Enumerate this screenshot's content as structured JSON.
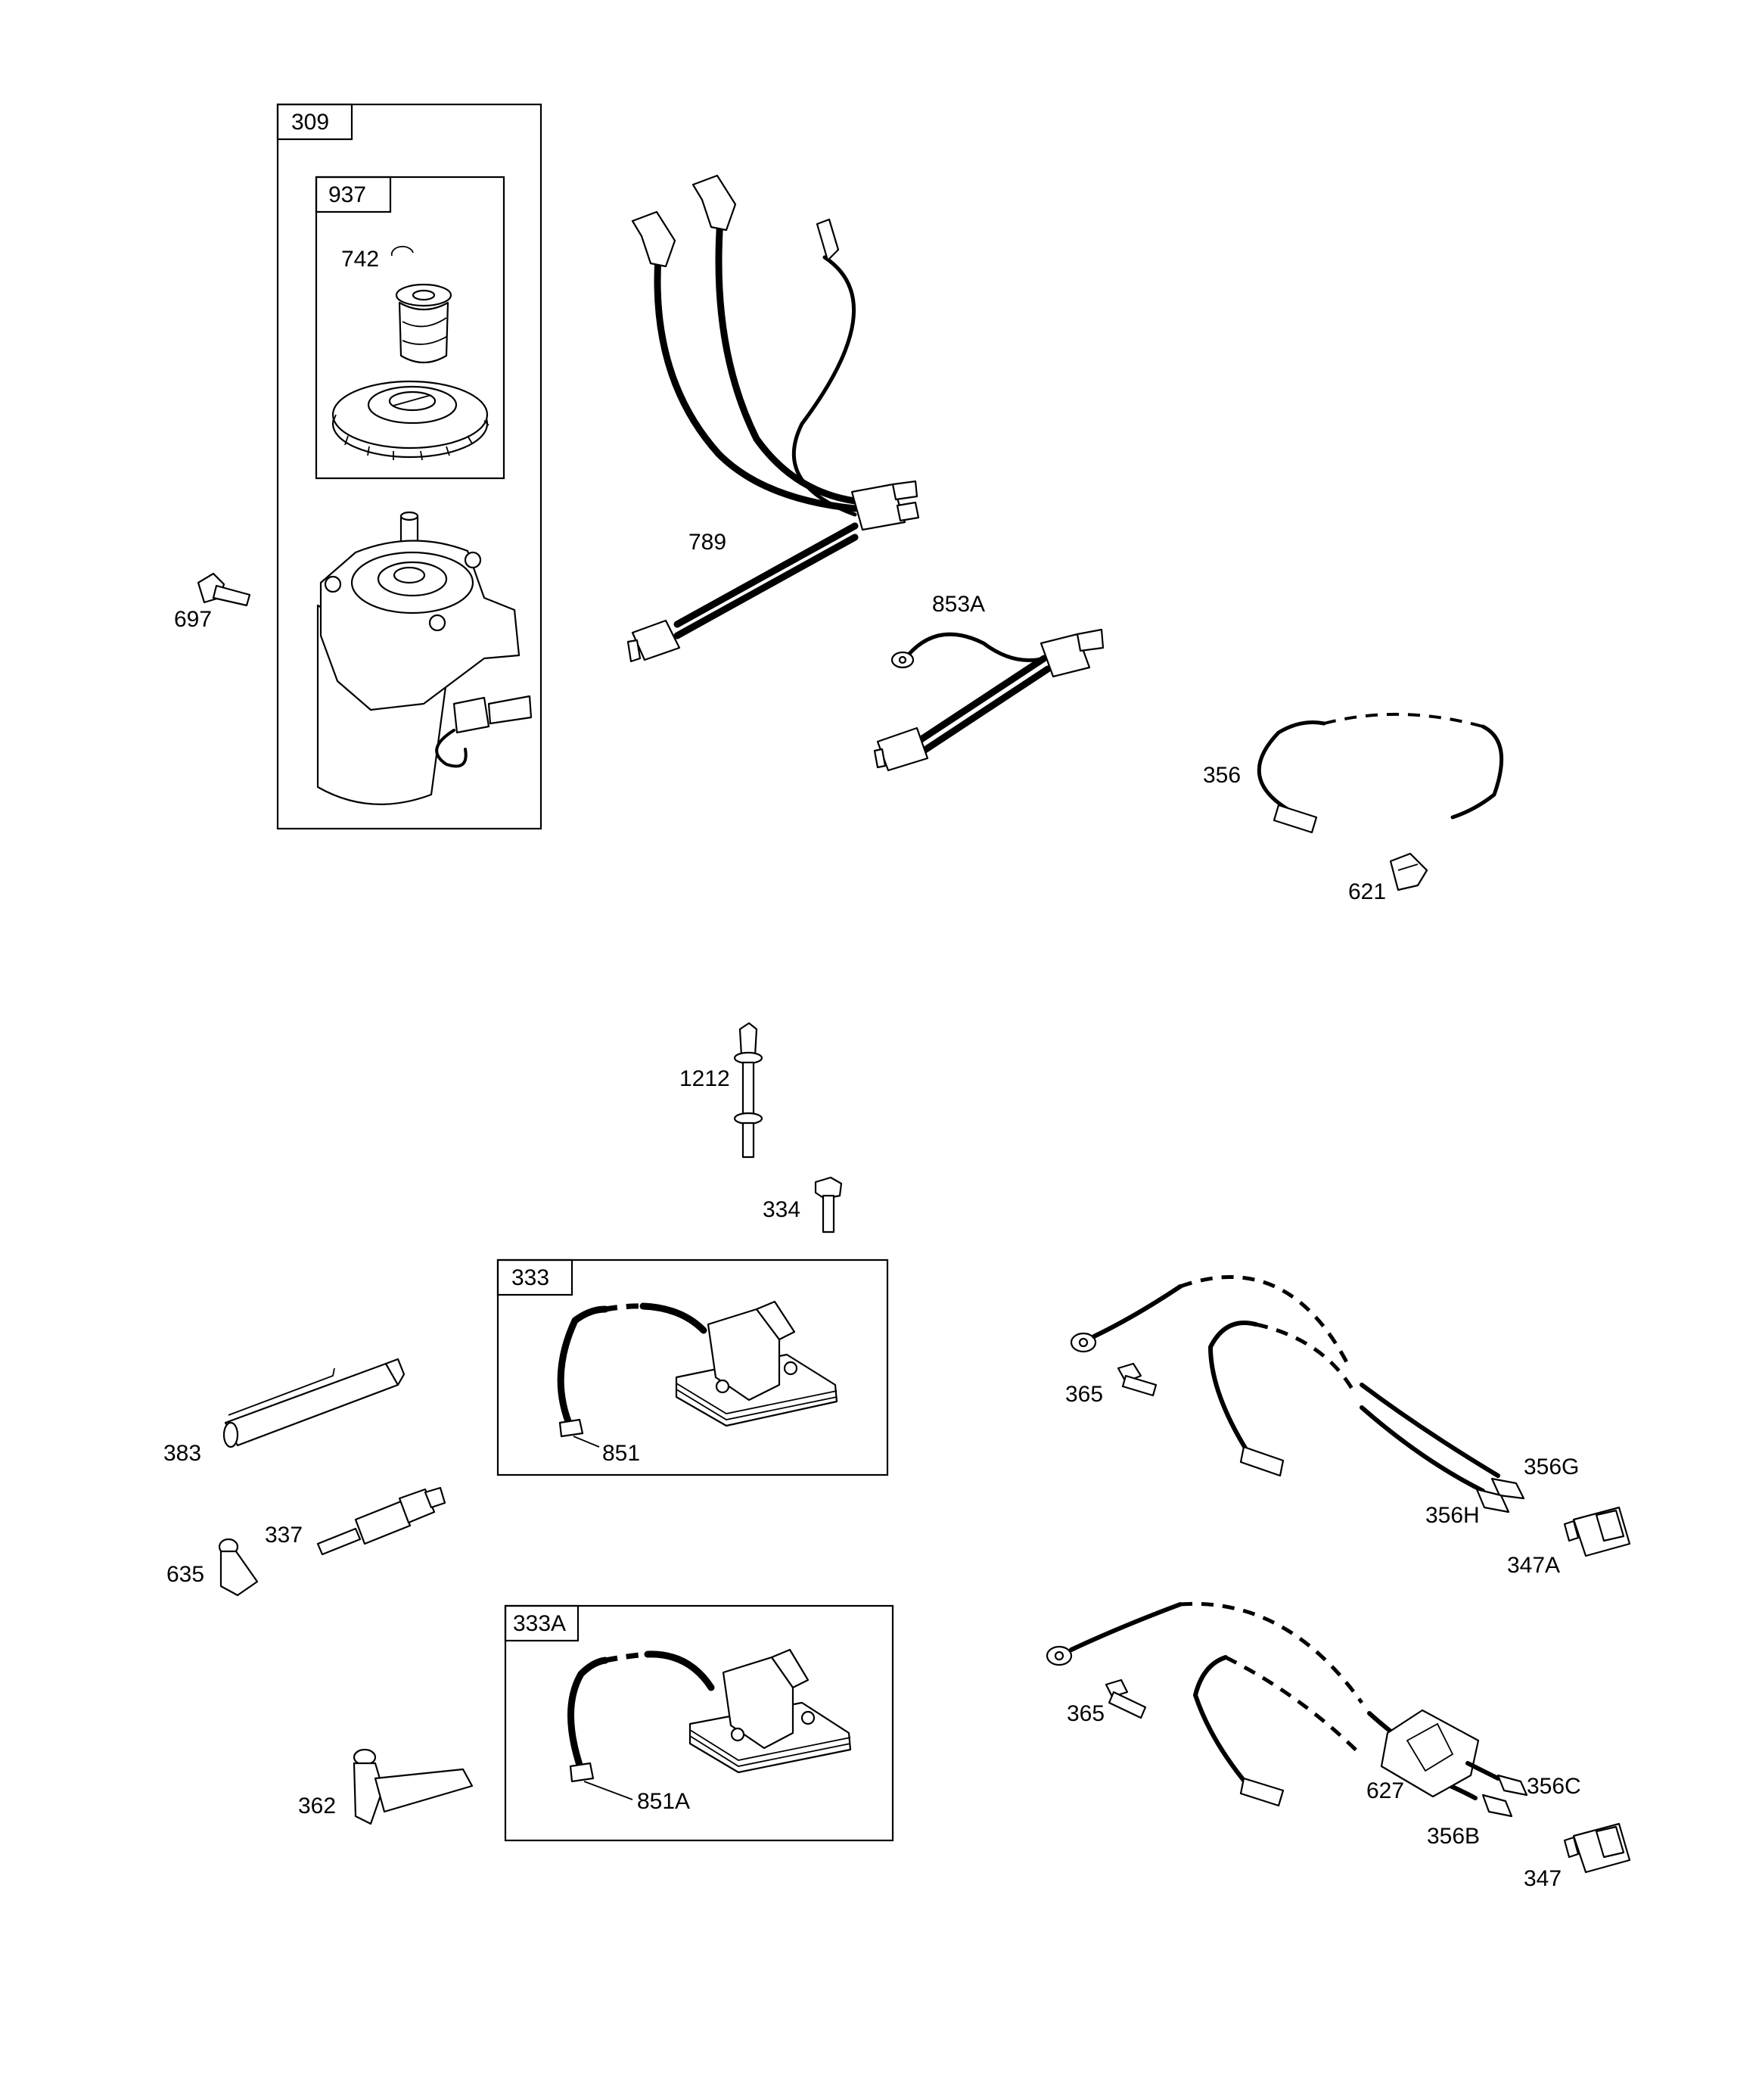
{
  "labels": {
    "l309": "309",
    "l937": "937",
    "l742": "742",
    "l697": "697",
    "l789": "789",
    "l853A": "853A",
    "l356": "356",
    "l621": "621",
    "l1212": "1212",
    "l334": "334",
    "l333": "333",
    "l851": "851",
    "l383": "383",
    "l337": "337",
    "l635": "635",
    "l333A": "333A",
    "l851A": "851A",
    "l362": "362",
    "l365a": "365",
    "l356G": "356G",
    "l356H": "356H",
    "l347A": "347A",
    "l365b": "365",
    "l627": "627",
    "l356C": "356C",
    "l356B": "356B",
    "l347": "347"
  }
}
